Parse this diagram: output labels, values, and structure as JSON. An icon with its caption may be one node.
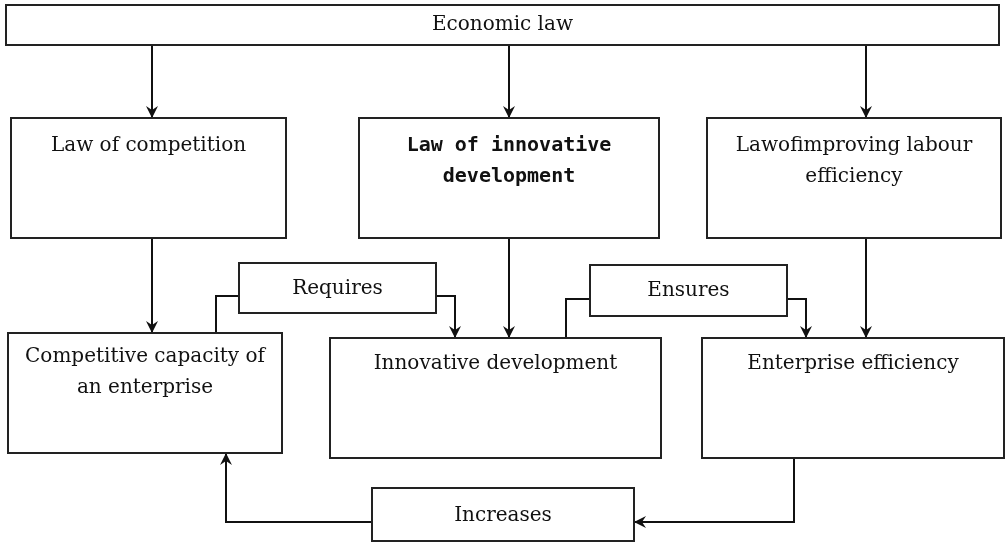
{
  "diagram": {
    "nodes": [
      {
        "text": [
          "Economic law"
        ]
      },
      {
        "text": [
          "Law of competition"
        ]
      },
      {
        "text": [
          "Law of innovative development"
        ]
      },
      {
        "text": [
          "Lawofimproving labour efficiency"
        ]
      },
      {
        "text": [
          "Requires"
        ]
      },
      {
        "text": [
          "Ensures"
        ]
      },
      {
        "text": [
          "Competitive capacity of an enterprise"
        ]
      },
      {
        "text": [
          "Innovative development"
        ]
      },
      {
        "text": [
          "Enterprise efficiency"
        ]
      },
      {
        "text": [
          "Increases"
        ]
      }
    ],
    "edges": [
      {
        "from": 0,
        "to": 1,
        "arrow": "to"
      },
      {
        "from": 0,
        "to": 2,
        "arrow": "to"
      },
      {
        "from": 0,
        "to": 3,
        "arrow": "to"
      },
      {
        "from": 1,
        "to": 6,
        "arrow": "to"
      },
      {
        "from": 2,
        "to": 7,
        "arrow": "to"
      },
      {
        "from": 3,
        "to": 8,
        "arrow": "to"
      },
      {
        "from": 6,
        "to": 4,
        "arrow": "none"
      },
      {
        "from": 4,
        "to": 7,
        "arrow": "to"
      },
      {
        "from": 7,
        "to": 5,
        "arrow": "none"
      },
      {
        "from": 5,
        "to": 8,
        "arrow": "to"
      },
      {
        "from": 8,
        "to": 9,
        "arrow": "to"
      },
      {
        "from": 9,
        "to": 6,
        "arrow": "to"
      }
    ]
  }
}
